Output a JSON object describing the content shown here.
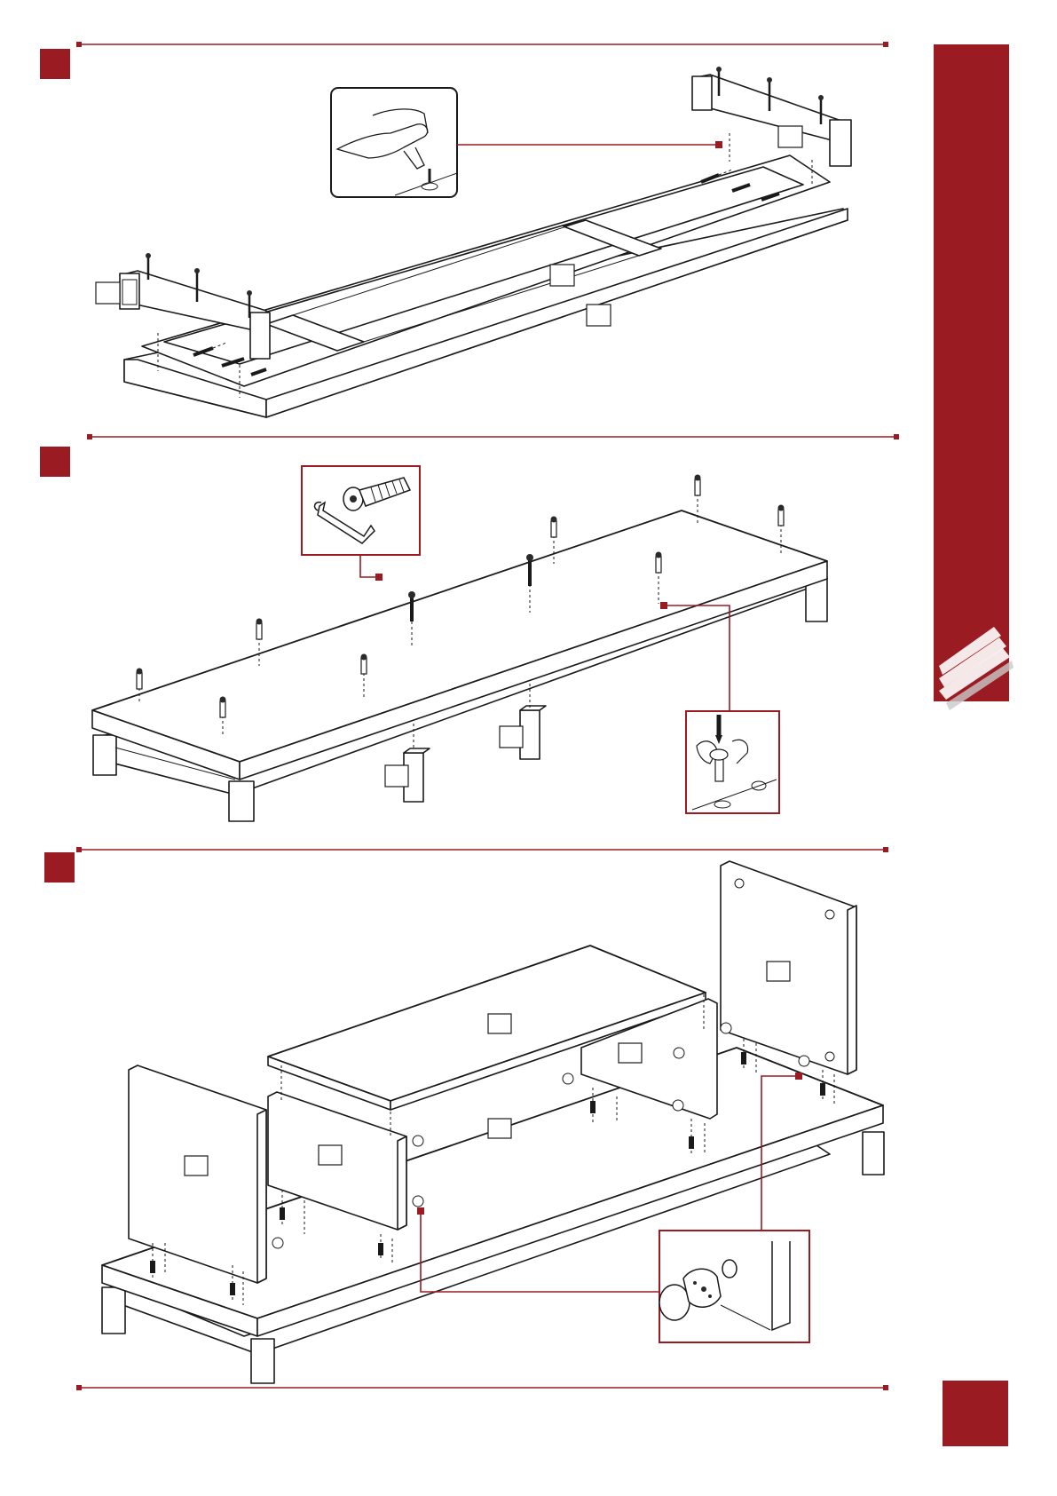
{
  "page": {
    "accent_color": "#9b1b22",
    "background": "#ffffff"
  },
  "steps": [
    {
      "name": "step-1",
      "icons": [
        "screw-icon",
        "dowel-icon",
        "hand-press-icon"
      ]
    },
    {
      "name": "step-2",
      "icons": [
        "allen-key-icon",
        "cam-bolt-icon",
        "hand-screwdriver-icon"
      ]
    },
    {
      "name": "step-3",
      "icons": [
        "cam-lock-icon",
        "cam-bolt-icon"
      ]
    }
  ],
  "side_tab": {
    "icon": "stripes-logo-icon"
  }
}
